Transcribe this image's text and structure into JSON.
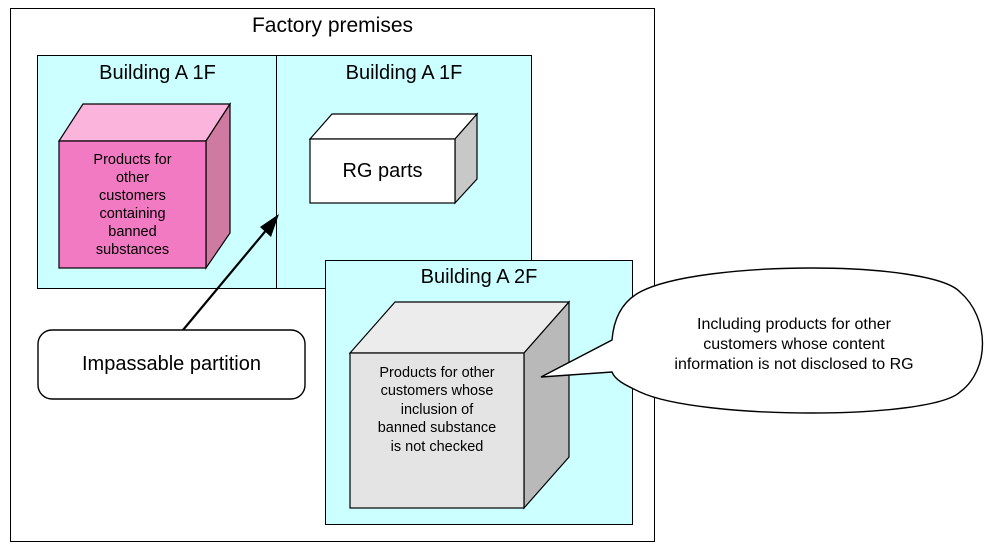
{
  "premises": {
    "title": "Factory premises"
  },
  "rooms": {
    "a1f_left": {
      "title": "Building A 1F"
    },
    "a1f_right": {
      "title": "Building A 1F"
    },
    "a2f": {
      "title": "Building A 2F"
    }
  },
  "boxes": {
    "banned_products": {
      "lines": [
        "Products for",
        "other",
        "customers",
        "containing",
        "banned",
        "substances"
      ],
      "front_color": "#f27ac2",
      "top_color": "#fbb5dd",
      "side_color": "#cf7aa0"
    },
    "rg_parts": {
      "label": "RG parts",
      "front_color": "#ffffff",
      "top_color": "#ffffff",
      "side_color": "#c8c8c8"
    },
    "unchecked_products": {
      "lines": [
        "Products for other",
        "customers whose",
        "inclusion of",
        "banned substance",
        "is not checked"
      ],
      "front_color": "#e4e4e4",
      "top_color": "#ececec",
      "side_color": "#b9b9b9"
    }
  },
  "callouts": {
    "partition": {
      "label": "Impassable partition"
    },
    "disclosure": {
      "lines": [
        "Including products for other",
        "customers whose content",
        "information is not disclosed to RG"
      ]
    }
  },
  "colors": {
    "room_fill": "#ccffff"
  }
}
